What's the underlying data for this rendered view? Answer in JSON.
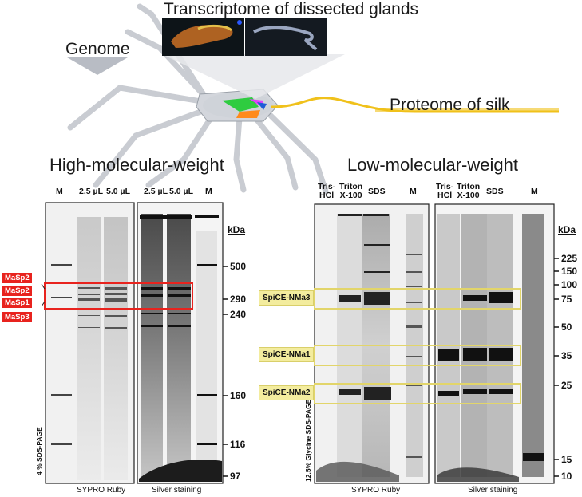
{
  "top": {
    "transcriptome_label": "Transcriptome of dissected glands",
    "genome_label": "Genome",
    "proteome_label": "Proteome of silk"
  },
  "left_panel": {
    "header": "High-molecular-weight",
    "lane_labels_a": [
      "M",
      "2.5 µL",
      "5.0 µL"
    ],
    "lane_labels_b": [
      "2.5 µL",
      "5.0 µL",
      "M"
    ],
    "unit": "kDa",
    "markers": [
      "500",
      "290",
      "240",
      "160",
      "116",
      "97"
    ],
    "protein_tags": [
      "MaSp2",
      "MaSp2",
      "MaSp1",
      "MaSp3"
    ],
    "gel_note": "4 % SDS-PAGE",
    "stain_a": "SYPRO Ruby",
    "stain_b": "Silver staining",
    "highlight_color": "#e8231e"
  },
  "right_panel": {
    "header": "Low-molecular-weight",
    "lane_labels_a": [
      "Tris-\nHCl",
      "Triton\nX-100",
      "SDS",
      "M"
    ],
    "lane_labels_b": [
      "Tris-\nHCl",
      "Triton\nX-100",
      "SDS",
      "M"
    ],
    "unit": "kDa",
    "markers": [
      "225",
      "150",
      "100",
      "75",
      "50",
      "35",
      "25",
      "15",
      "10"
    ],
    "protein_tags": [
      "SpiCE-NMa3",
      "SpiCE-NMa1",
      "SpiCE-NMa2"
    ],
    "gel_note": "12.5% Glycine SDS-PAGE",
    "stain_a": "SYPRO Ruby",
    "stain_b": "Silver staining",
    "highlight_color": "#f3ec9e"
  }
}
